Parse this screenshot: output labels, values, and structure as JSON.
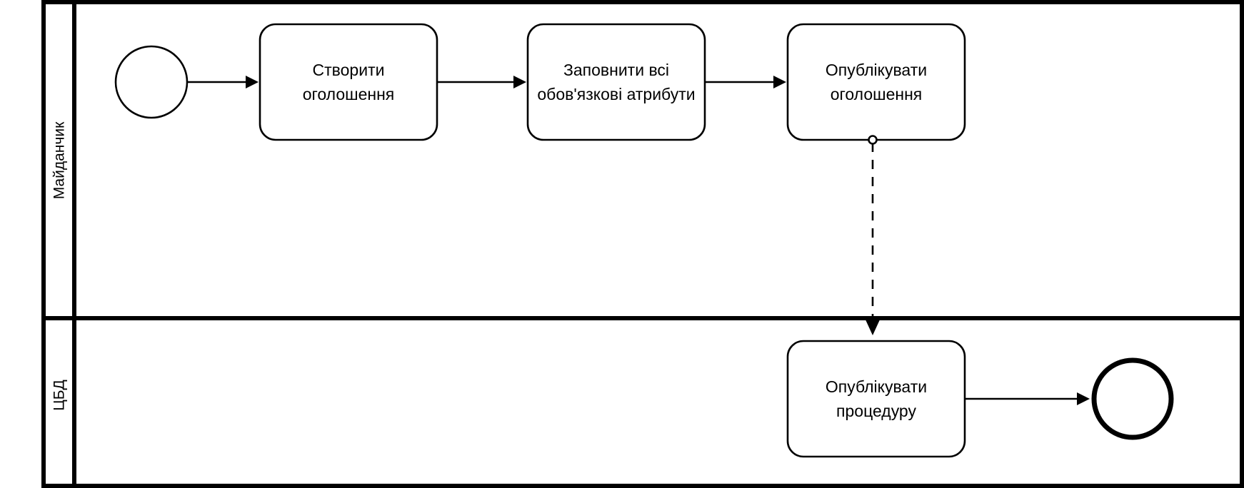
{
  "diagram": {
    "type": "bpmn-collaboration",
    "title": "",
    "colors": {
      "stroke": "#000000",
      "fill": "#ffffff",
      "text": "#000000"
    },
    "pool": {
      "lanes": [
        {
          "id": "lane-maidanchyk",
          "label": "Майданчик"
        },
        {
          "id": "lane-cbd",
          "label": "ЦБД"
        }
      ]
    },
    "events": [
      {
        "id": "start-event",
        "kind": "start",
        "lane": "lane-maidanchyk",
        "label": ""
      },
      {
        "id": "end-event",
        "kind": "end",
        "lane": "lane-cbd",
        "label": ""
      }
    ],
    "tasks": [
      {
        "id": "task-create-listing",
        "lane": "lane-maidanchyk",
        "line1": "Створити",
        "line2": "оголошення"
      },
      {
        "id": "task-fill-attributes",
        "lane": "lane-maidanchyk",
        "line1": "Заповнити всі",
        "line2": "обов'язкові атрибути"
      },
      {
        "id": "task-publish-listing",
        "lane": "lane-maidanchyk",
        "line1": "Опублікувати",
        "line2": "оголошення"
      },
      {
        "id": "task-publish-procedure",
        "lane": "lane-cbd",
        "line1": "Опублікувати",
        "line2": "процедуру"
      }
    ],
    "flows": [
      {
        "id": "flow-start-to-create",
        "kind": "sequence",
        "from": "start-event",
        "to": "task-create-listing",
        "label": ""
      },
      {
        "id": "flow-create-to-fill",
        "kind": "sequence",
        "from": "task-create-listing",
        "to": "task-fill-attributes",
        "label": ""
      },
      {
        "id": "flow-fill-to-publish",
        "kind": "sequence",
        "from": "task-fill-attributes",
        "to": "task-publish-listing",
        "label": ""
      },
      {
        "id": "flow-publish-listing-to-publish-procedure",
        "kind": "message",
        "from": "task-publish-listing",
        "to": "task-publish-procedure",
        "label": ""
      },
      {
        "id": "flow-procedure-to-end",
        "kind": "sequence",
        "from": "task-publish-procedure",
        "to": "end-event",
        "label": ""
      }
    ]
  }
}
